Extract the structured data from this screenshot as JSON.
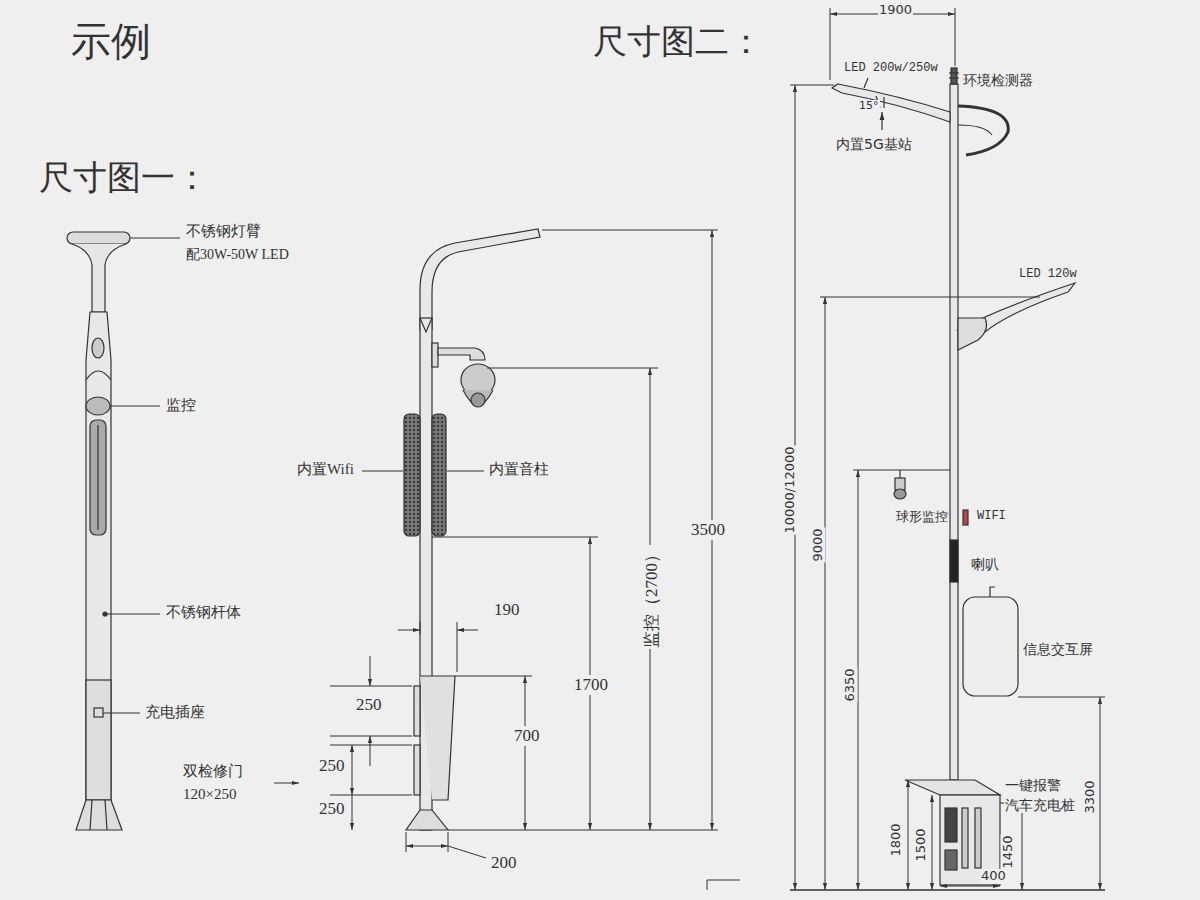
{
  "diagram": {
    "title": "示例",
    "labels": [
      "尺寸图一：",
      "尺寸图二：",
      "不锈钢灯臂",
      "配30W-50W LED",
      "监控",
      "不锈钢杆体",
      "充电插座",
      "内置Wifi",
      "内置音柱",
      "3500",
      "监控（2700）",
      "1700",
      "190",
      "250",
      "700",
      "250",
      "250",
      "双检修门",
      "120×250",
      "200",
      "1900",
      "LED 200w/250w",
      "15°",
      "环境检测器",
      "内置5G基站",
      "LED 120w",
      "10000/12000",
      "9000",
      "6350",
      "球形监控",
      "WIFI",
      "喇叭",
      "信息交互屏",
      "一键报警",
      "汽车充电桩",
      "3300",
      "1800",
      "1500",
      "1450",
      "400"
    ]
  }
}
